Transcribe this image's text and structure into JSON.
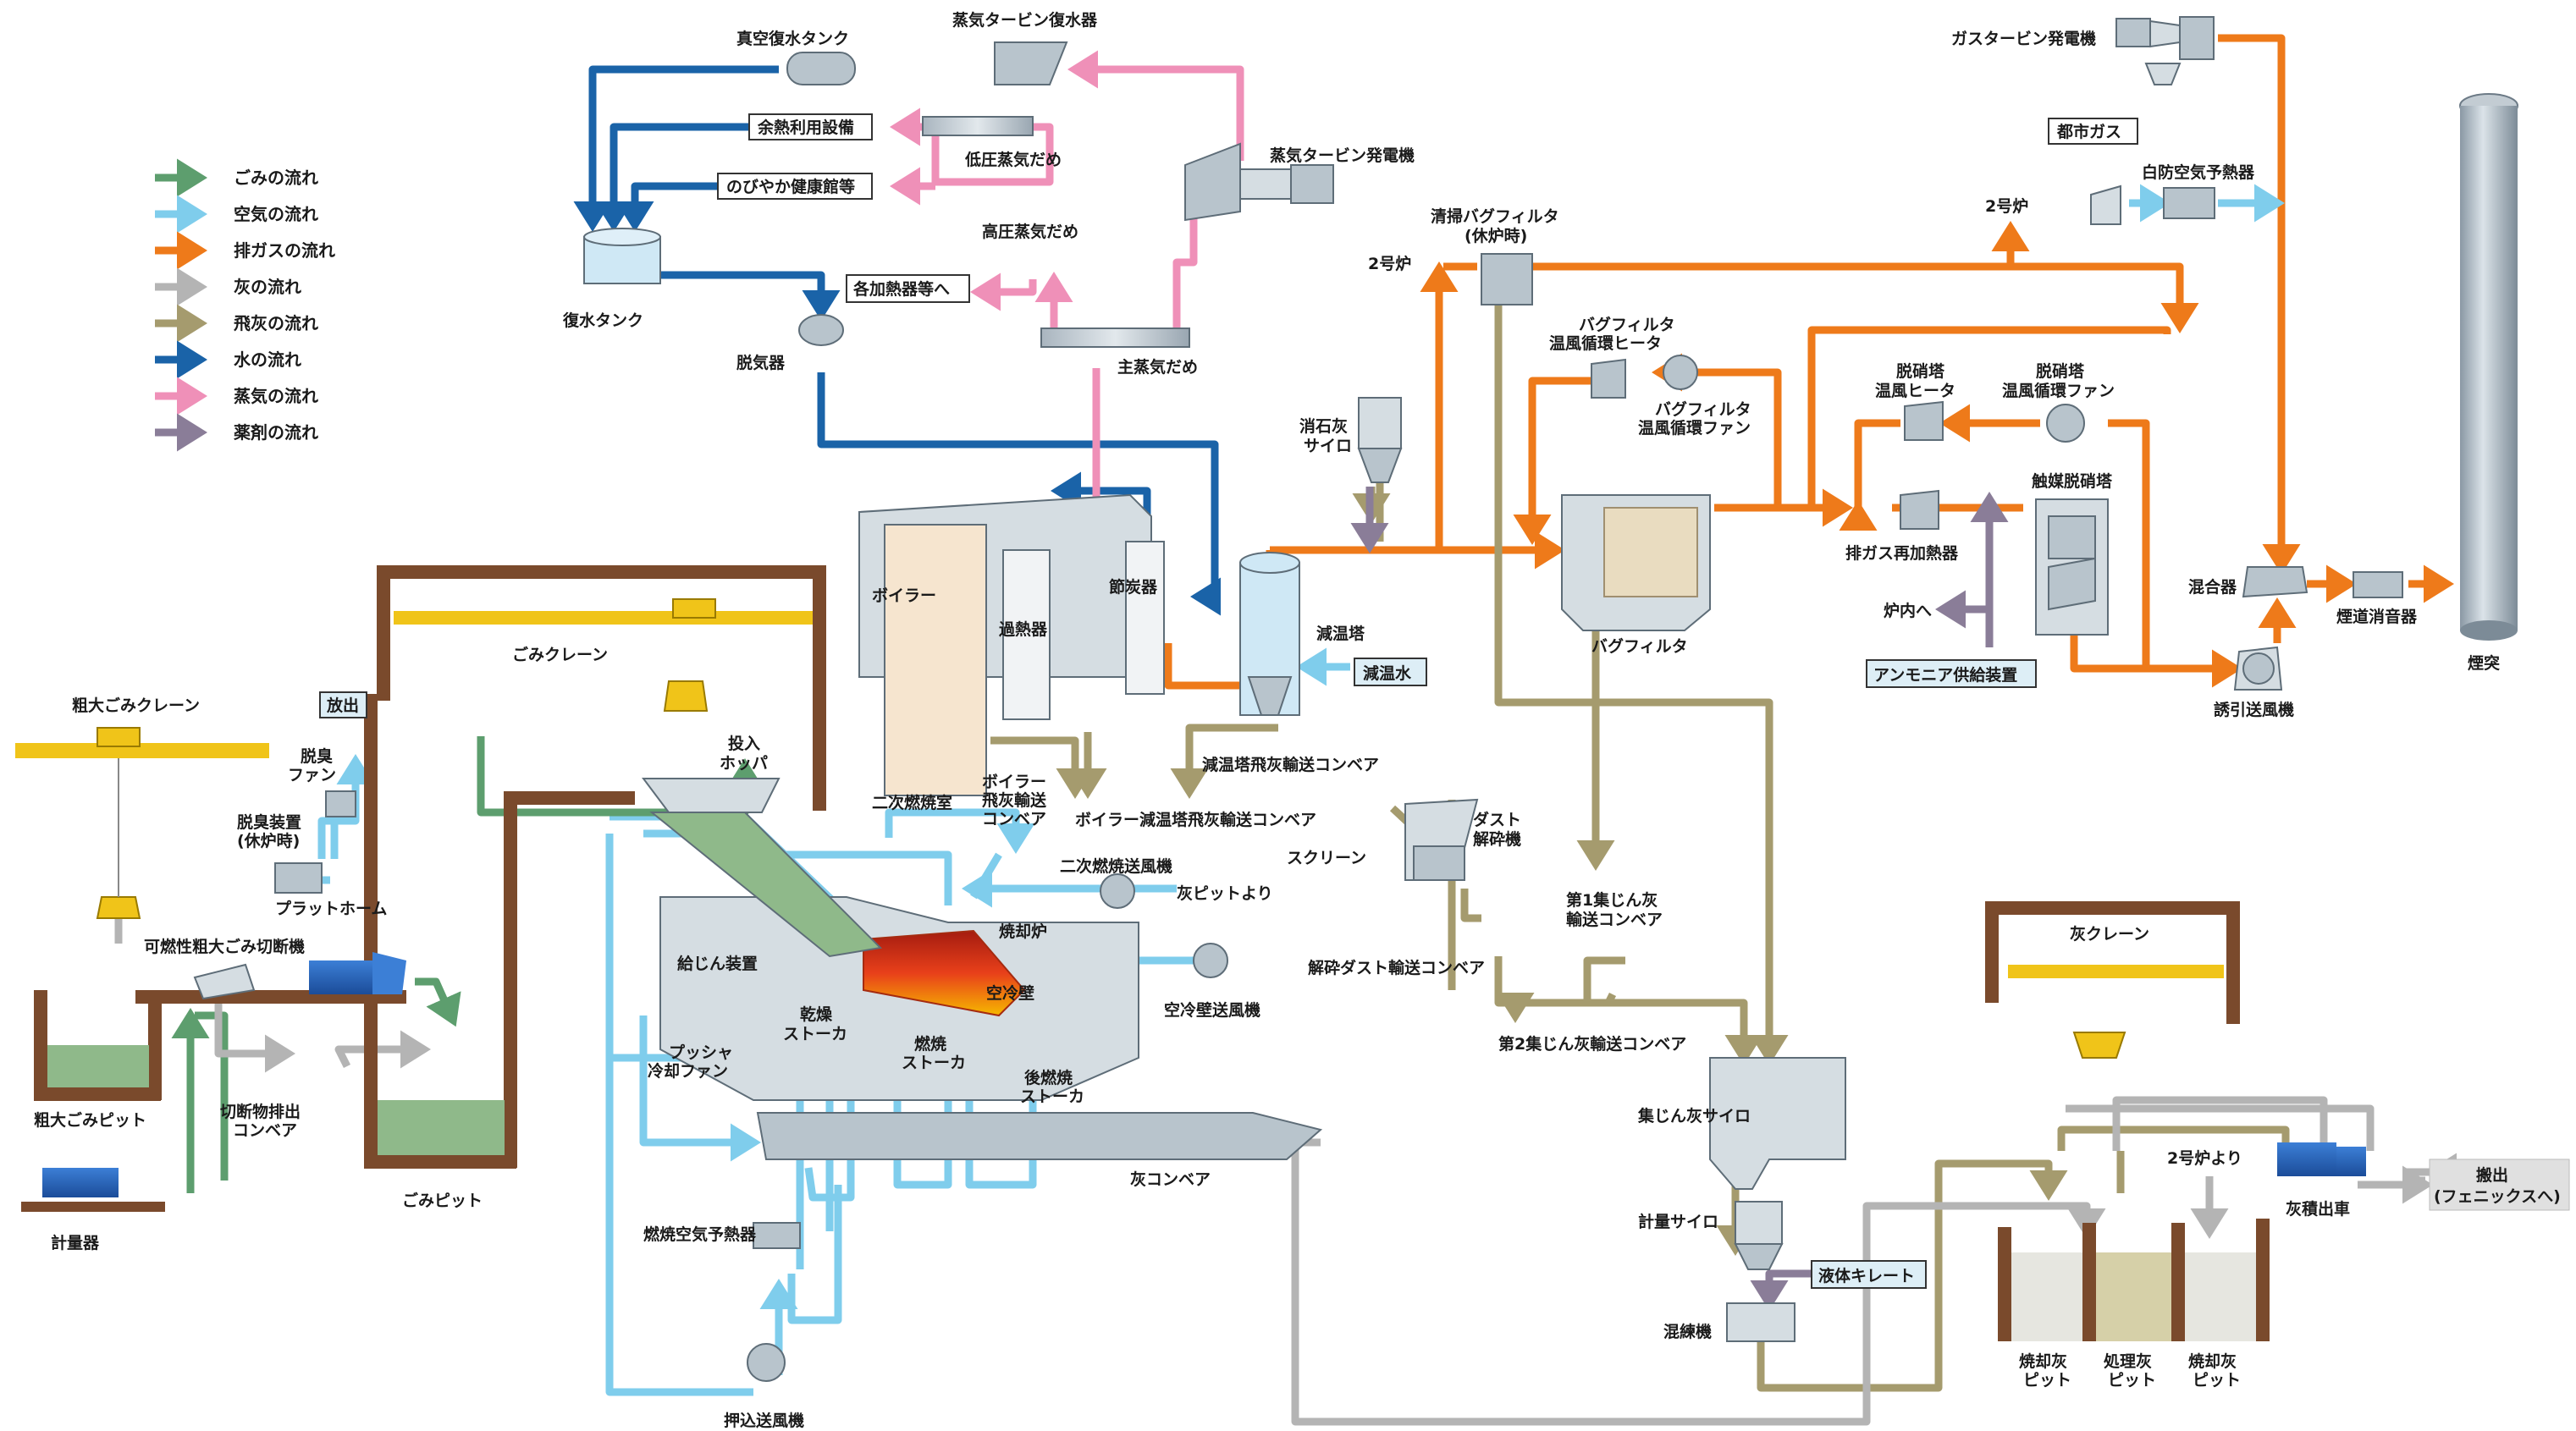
{
  "colors": {
    "garbage": "#5d9e6e",
    "air": "#7fcdec",
    "exhaust": "#ee7a1a",
    "ash": "#b4b4b4",
    "flyash": "#a59b6e",
    "water": "#1a63a8",
    "steam": "#ef90b8",
    "chemical": "#8a7d98",
    "crane": "#f0c419",
    "pit": "#7a4a2c"
  },
  "legend": [
    {
      "label": "ごみの流れ",
      "color": "#5d9e6e"
    },
    {
      "label": "空気の流れ",
      "color": "#7fcdec"
    },
    {
      "label": "排ガスの流れ",
      "color": "#ee7a1a"
    },
    {
      "label": "灰の流れ",
      "color": "#b4b4b4"
    },
    {
      "label": "飛灰の流れ",
      "color": "#a59b6e"
    },
    {
      "label": "水の流れ",
      "color": "#1a63a8"
    },
    {
      "label": "蒸気の流れ",
      "color": "#ef90b8"
    },
    {
      "label": "薬剤の流れ",
      "color": "#8a7d98"
    }
  ],
  "labels": {
    "vacuum_tank": "真空復水タンク",
    "condenser": "蒸気タービン復水器",
    "waste_heat": "余熱利用設備",
    "lp_header": "低圧蒸気だめ",
    "nobiyaka": "のびやか健康館等",
    "turbine_gen": "蒸気タービン発電機",
    "hp_header": "高圧蒸気だめ",
    "to_heaters": "各加熱器等へ",
    "feed_tank": "復水タンク",
    "deaerator": "脱気器",
    "main_header": "主蒸気だめ",
    "gas_turbine": "ガスタービン発電機",
    "city_gas": "都市ガス",
    "white_preheater": "白防空気予熱器",
    "chimney": "煙突",
    "clean_bag_1": "清掃バグフィルタ",
    "clean_bag_2": "(休炉時)",
    "furnace2_a": "2号炉",
    "furnace2_b": "2号炉",
    "bag_heater_1": "バグフィルタ",
    "bag_heater_2": "温風循環ヒータ",
    "bag_fan_1": "バグフィルタ",
    "bag_fan_2": "温風循環ファン",
    "denox_heater_1": "脱硝塔",
    "denox_heater_2": "温風ヒータ",
    "denox_fan_1": "脱硝塔",
    "denox_fan_2": "温風循環ファン",
    "lime_silo_1": "消石灰",
    "lime_silo_2": "サイロ",
    "catalytic": "触媒脱硝塔",
    "reheater": "排ガス再加熱器",
    "to_furnace": "炉内へ",
    "ammonia": "アンモニア供給装置",
    "bag_filter": "バグフィルタ",
    "mixer": "混合器",
    "silencer": "煙道消音器",
    "id_fan": "誘引送風機",
    "cooling_tower": "減温塔",
    "cooling_water": "減温水",
    "economizer": "節炭器",
    "superheater": "過熱器",
    "boiler": "ボイラー",
    "secondary_chamber": "二次燃焼室",
    "boiler_fly_1": "ボイラー",
    "boiler_fly_2": "飛灰輸送",
    "boiler_fly_3": "コンベア",
    "cooling_conveyor": "減温塔飛灰輸送コンベア",
    "boiler_cooling_conveyor": "ボイラー減温塔飛灰輸送コンベア",
    "dust_crusher_1": "ダスト",
    "dust_crusher_2": "解砕機",
    "screen": "スクリーン",
    "crushed_conveyor": "解砕ダスト輸送コンベア",
    "first_conveyor_1": "第1集じん灰",
    "first_conveyor_2": "輸送コンベア",
    "second_conveyor": "第2集じん灰輸送コンベア",
    "dust_silo": "集じん灰サイロ",
    "meter_silo": "計量サイロ",
    "chelate": "液体キレート",
    "kneader": "混練機",
    "bulky_crane": "粗大ごみクレーン",
    "crane": "ごみクレーン",
    "release": "放出",
    "deodor_fan_1": "脱臭",
    "deodor_fan_2": "ファン",
    "deodor_dev_1": "脱臭装置",
    "deodor_dev_2": "(休炉時)",
    "platform": "プラットホーム",
    "shredder": "可燃性粗大ごみ切断機",
    "bulky_pit": "粗大ごみピット",
    "cut_conveyor_1": "切断物排出",
    "cut_conveyor_2": "コンベア",
    "scale": "計量器",
    "garbage_pit": "ごみピット",
    "hopper_1": "投入",
    "hopper_2": "ホッパ",
    "secondary_fan": "二次燃焼送風機",
    "from_ash_pit": "灰ピットより",
    "furnace": "焼却炉",
    "air_wall": "空冷壁",
    "air_wall_fan": "空冷壁送風機",
    "feeder": "給じん装置",
    "dry_stoker_1": "乾燥",
    "dry_stoker_2": "ストーカ",
    "burn_stoker_1": "燃焼",
    "burn_stoker_2": "ストーカ",
    "post_stoker_1": "後燃焼",
    "post_stoker_2": "ストーカ",
    "pusher_fan_1": "プッシャ",
    "pusher_fan_2": "冷却ファン",
    "ash_conveyor": "灰コンベア",
    "air_preheater": "燃焼空気予熱器",
    "push_fan": "押込送風機",
    "ash_crane": "灰クレーン",
    "from_furnace2": "2号炉より",
    "ash_truck": "灰積出車",
    "carry_out_1": "搬出",
    "carry_out_2": "(フェニックスへ)",
    "pit_incin_1_a": "焼却灰",
    "pit_incin_1_b": "ピット",
    "pit_treated_a": "処理灰",
    "pit_treated_b": "ピット",
    "pit_incin_2_a": "焼却灰",
    "pit_incin_2_b": "ピット"
  }
}
